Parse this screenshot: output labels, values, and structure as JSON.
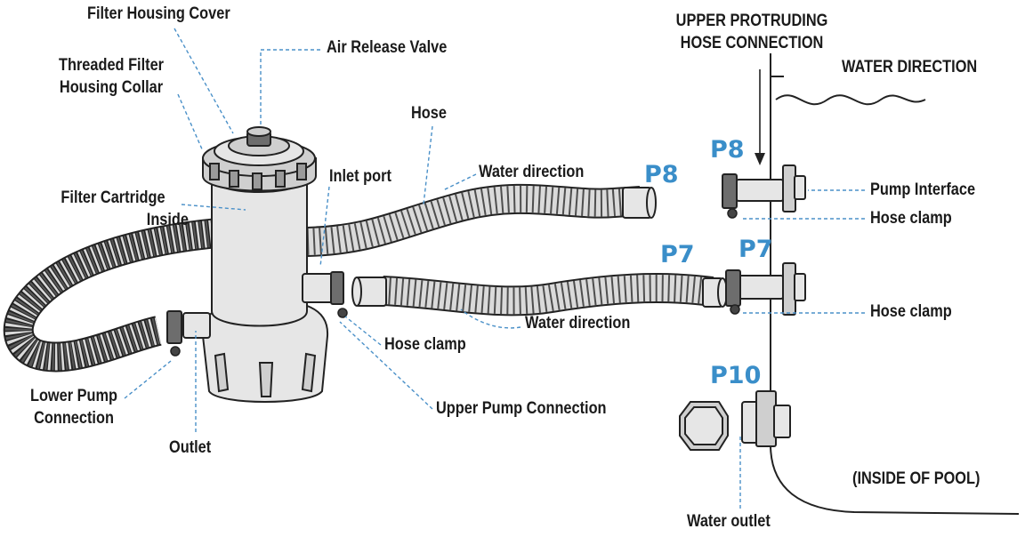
{
  "colors": {
    "label": "#1a1a1a",
    "part_code": "#3a8ec9",
    "leader": "#4a90c8",
    "line": "#222222"
  },
  "labels": {
    "filter_housing_cover": "Filter Housing Cover",
    "air_release_valve": "Air Release Valve",
    "threaded_collar_line1": "Threaded Filter",
    "threaded_collar_line2": "Housing Collar",
    "hose": "Hose",
    "inlet_port": "Inlet port",
    "water_direction_top": "Water direction",
    "filter_cartridge_line1": "Filter Cartridge",
    "filter_cartridge_line2": "Inside",
    "water_direction_mid": "Water direction",
    "hose_clamp_left": "Hose clamp",
    "upper_pump_connection": "Upper Pump Connection",
    "lower_pump_line1": "Lower Pump",
    "lower_pump_line2": "Connection",
    "outlet": "Outlet",
    "upper_protruding_line1": "UPPER PROTRUDING",
    "upper_protruding_line2": "HOSE CONNECTION",
    "water_direction_caps": "WATER DIRECTION",
    "pump_interface": "Pump Interface",
    "hose_clamp_upper": "Hose clamp",
    "hose_clamp_lower": "Hose clamp",
    "inside_of_pool": "(INSIDE OF POOL)",
    "water_outlet": "Water outlet"
  },
  "part_codes": {
    "p8_hose": "P8",
    "p7_hose": "P7",
    "p8_wall": "P8",
    "p7_wall": "P7",
    "p10_wall": "P10"
  }
}
